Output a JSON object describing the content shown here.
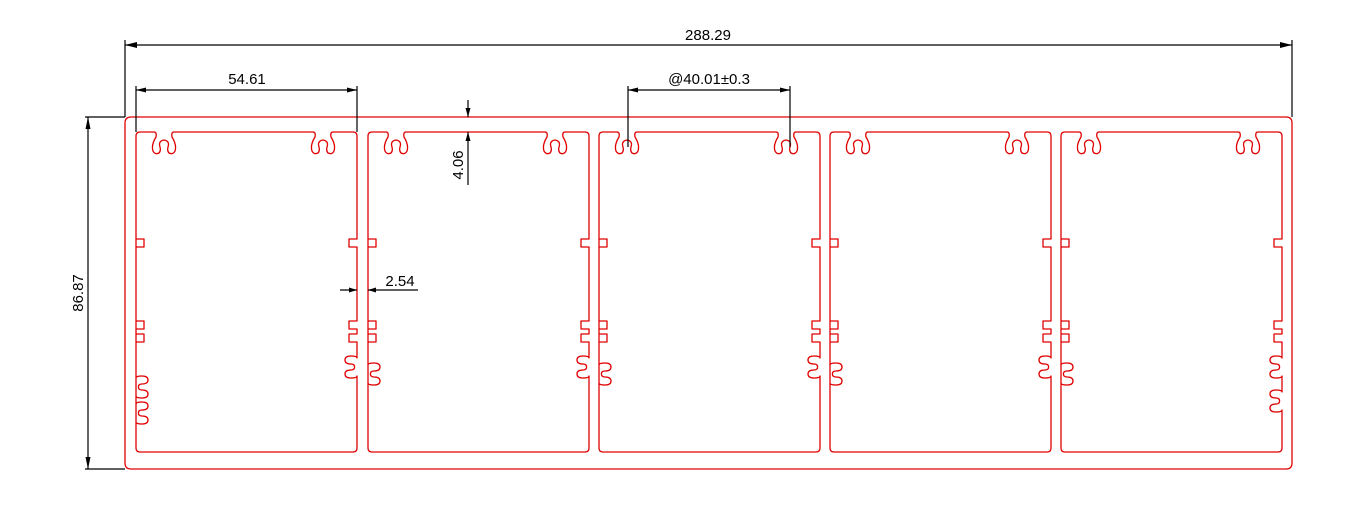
{
  "drawing": {
    "type": "aluminum-extrusion-cross-section",
    "cell_count": 5,
    "colors": {
      "profile": "#e00000",
      "dimension": "#000000",
      "background": "#ffffff"
    }
  },
  "dimensions": {
    "overall_width": "288.29",
    "overall_height": "86.87",
    "cell_width": "54.61",
    "slot_pitch": "@40.01±0.3",
    "top_wall_thickness": "4.06",
    "divider_wall_thickness": "2.54"
  }
}
